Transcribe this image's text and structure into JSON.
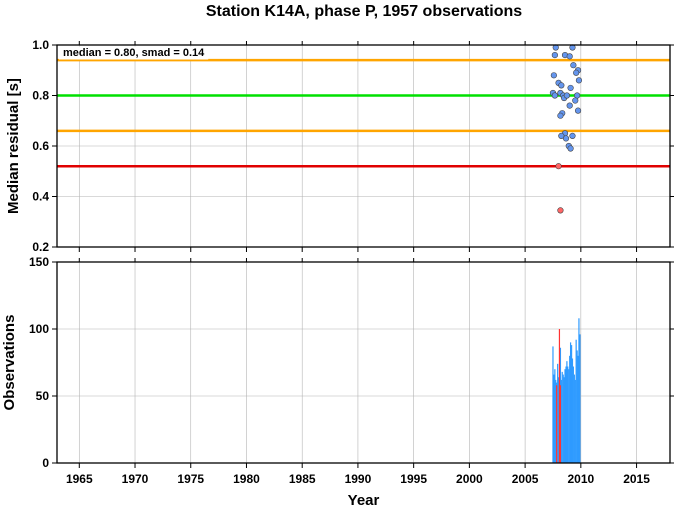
{
  "chart_data": [
    {
      "type": "scatter",
      "title": "Station K14A, phase P, 1957 observations",
      "ylabel": "Median residual [s]",
      "annotation": "median = 0.80, smad = 0.14",
      "xlim": [
        1963,
        2018
      ],
      "ylim": [
        0.2,
        1.0
      ],
      "xticks": [
        1965,
        1970,
        1975,
        1980,
        1985,
        1990,
        1995,
        2000,
        2005,
        2010,
        2015
      ],
      "yticks": [
        0.2,
        0.4,
        0.6,
        0.8,
        1.0
      ],
      "ytick_labels": [
        "0.2",
        "0.4",
        "0.6",
        "0.8",
        "1.0"
      ],
      "grid": true,
      "reference_lines": [
        {
          "y": 0.94,
          "color": "#ffa500"
        },
        {
          "y": 0.8,
          "color": "#00e000"
        },
        {
          "y": 0.66,
          "color": "#ffa500"
        },
        {
          "y": 0.52,
          "color": "#e00000"
        }
      ],
      "series": [
        {
          "color": "#6495ed",
          "points": [
            [
              2007.75,
              0.99
            ],
            [
              2009.25,
              0.99
            ],
            [
              2007.67,
              0.96
            ],
            [
              2008.58,
              0.96
            ],
            [
              2009.0,
              0.955
            ],
            [
              2009.33,
              0.92
            ],
            [
              2009.75,
              0.9
            ],
            [
              2009.58,
              0.89
            ],
            [
              2007.58,
              0.88
            ],
            [
              2009.83,
              0.86
            ],
            [
              2008.0,
              0.85
            ],
            [
              2008.25,
              0.84
            ],
            [
              2009.08,
              0.83
            ],
            [
              2007.5,
              0.81
            ],
            [
              2007.67,
              0.8
            ],
            [
              2008.17,
              0.81
            ],
            [
              2008.42,
              0.8
            ],
            [
              2008.5,
              0.79
            ],
            [
              2008.75,
              0.8
            ],
            [
              2009.67,
              0.8
            ],
            [
              2009.5,
              0.78
            ],
            [
              2009.0,
              0.76
            ],
            [
              2008.33,
              0.73
            ],
            [
              2009.75,
              0.74
            ],
            [
              2008.17,
              0.72
            ],
            [
              2008.58,
              0.65
            ],
            [
              2008.25,
              0.64
            ],
            [
              2008.67,
              0.63
            ],
            [
              2009.25,
              0.64
            ],
            [
              2008.92,
              0.6
            ],
            [
              2009.08,
              0.59
            ]
          ]
        },
        {
          "color": "#ff6666",
          "points": [
            [
              2008.0,
              0.52
            ],
            [
              2008.17,
              0.345
            ]
          ]
        }
      ]
    },
    {
      "type": "bar",
      "xlabel": "Year",
      "ylabel": "Observations",
      "xlim": [
        1963,
        2018
      ],
      "ylim": [
        0,
        150
      ],
      "xticks": [
        1965,
        1970,
        1975,
        1980,
        1985,
        1990,
        1995,
        2000,
        2005,
        2010,
        2015
      ],
      "yticks": [
        0,
        50,
        100,
        150
      ],
      "grid": true,
      "series": [
        {
          "color": "#2f9bff",
          "x": [
            2007.5,
            2007.58,
            2007.67,
            2007.75,
            2007.83,
            2007.92,
            2008.0,
            2008.08,
            2008.17,
            2008.25,
            2008.33,
            2008.42,
            2008.5,
            2008.58,
            2008.67,
            2008.75,
            2008.83,
            2008.92,
            2009.0,
            2009.08,
            2009.17,
            2009.25,
            2009.33,
            2009.42,
            2009.5,
            2009.58,
            2009.67,
            2009.75,
            2009.83,
            2009.92
          ],
          "values": [
            87,
            66,
            70,
            62,
            60,
            74,
            64,
            62,
            86,
            62,
            68,
            66,
            64,
            70,
            72,
            76,
            72,
            70,
            80,
            90,
            88,
            78,
            72,
            66,
            62,
            92,
            84,
            80,
            108,
            96
          ]
        },
        {
          "color": "#ff3333",
          "x": [
            2007.83,
            2008.08,
            2008.17
          ],
          "values": [
            58,
            100,
            58
          ]
        }
      ]
    }
  ]
}
